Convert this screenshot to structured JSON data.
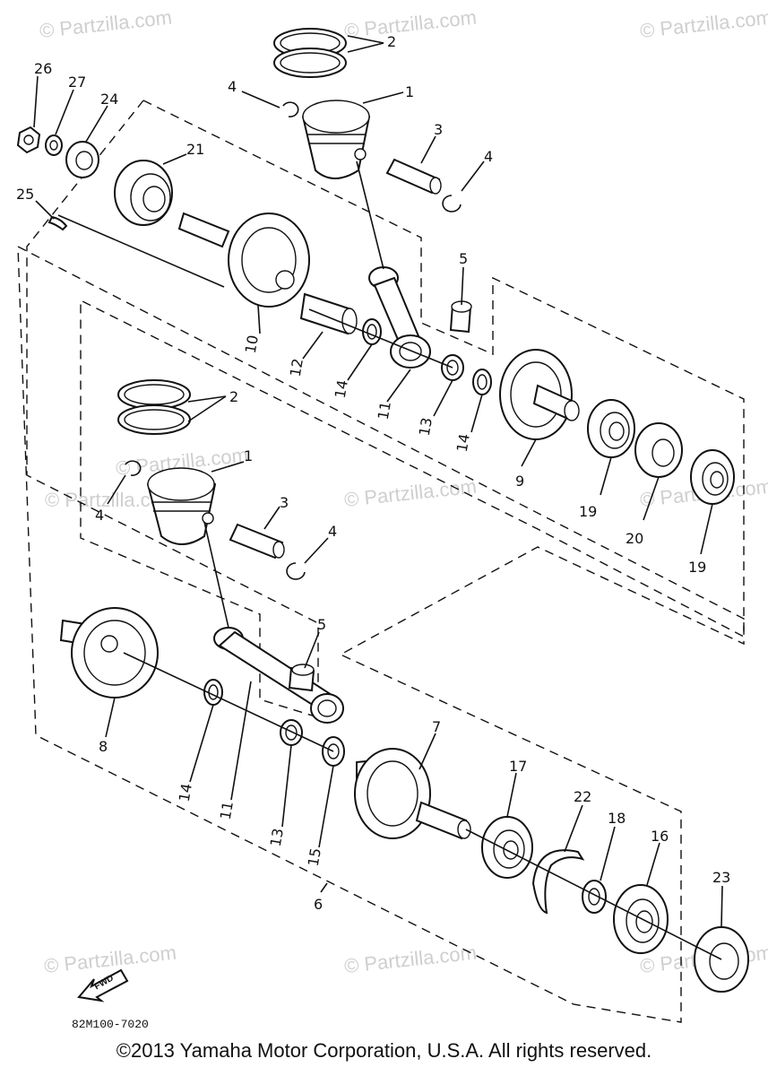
{
  "watermarks": [
    "© Partzilla.com",
    "© Partzilla.com",
    "© Partzilla.com",
    "© Partzilla.com",
    "© Partzilla.com",
    "© Partzilla.com",
    "© Partzilla.com",
    "© Partzilla.com",
    "© Partzilla.com",
    "© Partzilla.com"
  ],
  "callouts": [
    "26",
    "27",
    "24",
    "21",
    "25",
    "2",
    "4",
    "1",
    "3",
    "4",
    "5",
    "10",
    "12",
    "14",
    "11",
    "13",
    "14",
    "9",
    "19",
    "20",
    "19",
    "2",
    "1",
    "4",
    "3",
    "4",
    "5",
    "8",
    "14",
    "11",
    "13",
    "15",
    "7",
    "17",
    "22",
    "18",
    "16",
    "23",
    "6"
  ],
  "fwd_label": "FWD",
  "part_code": "82M100-7020",
  "copyright": "©2013 Yamaha Motor Corporation, U.S.A. All rights reserved."
}
